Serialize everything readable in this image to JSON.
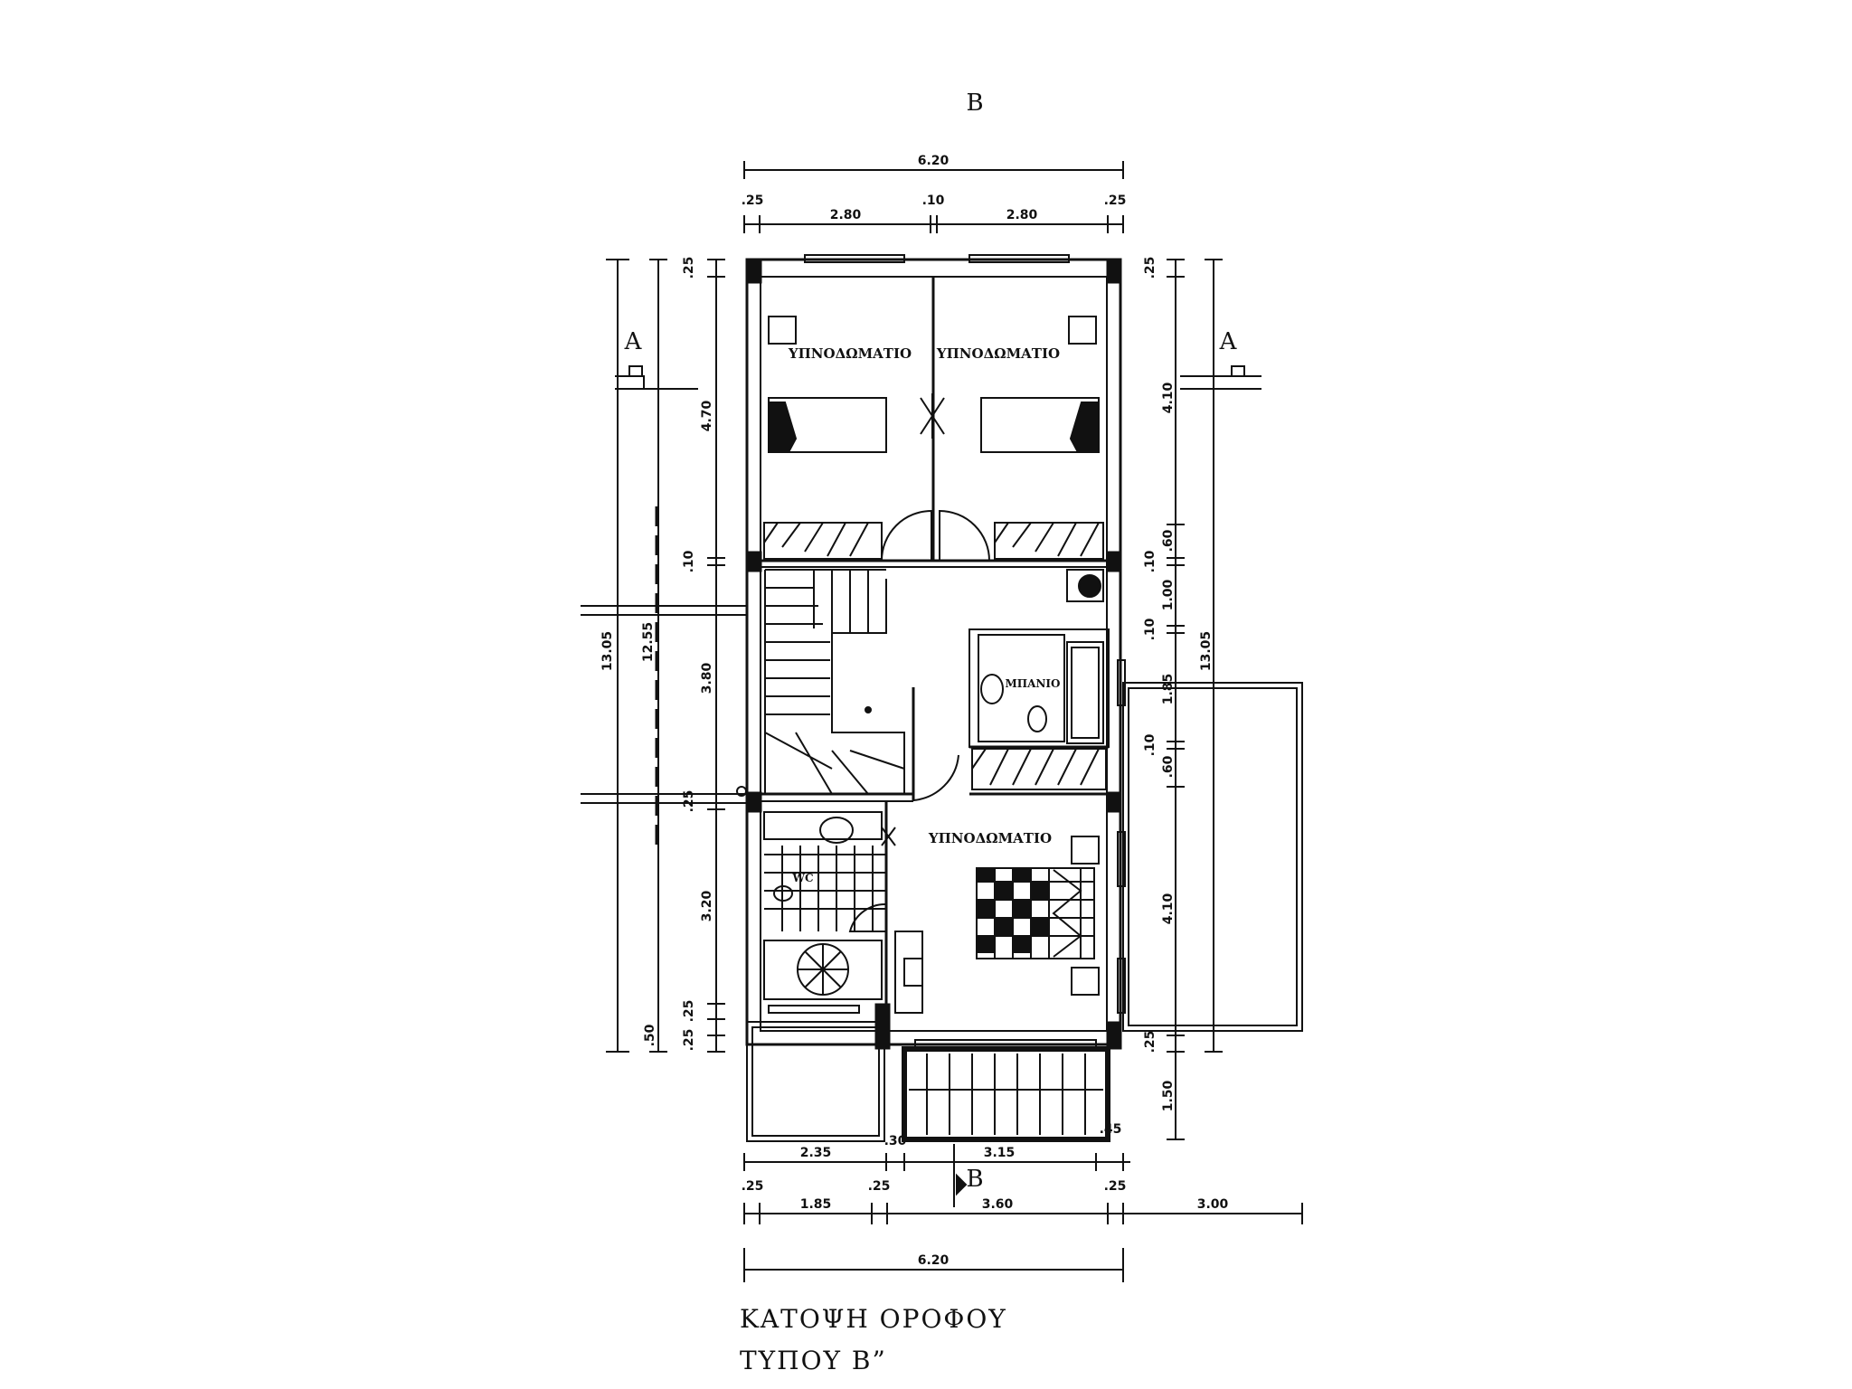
{
  "section_marks": {
    "top": "B",
    "bottom": "B",
    "left": "A",
    "right": "A"
  },
  "rooms": {
    "bedroom_1": "ΥΠΝΟΔΩΜΑΤΙΟ",
    "bedroom_2": "ΥΠΝΟΔΩΜΑΤΙΟ",
    "bedroom_3": "ΥΠΝΟΔΩΜΑΤΙΟ",
    "bathroom": "ΜΠΑΝΙΟ",
    "wc": "WC"
  },
  "dimensions": {
    "top": {
      "total": "6.20",
      "left_wall": ".25",
      "room_left": "2.80",
      "mid_wall": ".10",
      "room_right": "2.80",
      "right_wall": ".25"
    },
    "bottom_row1": {
      "left": "2.35",
      "mid": ".30",
      "right": "3.15",
      "end": ".45"
    },
    "bottom_row2": {
      "wall_a": ".25",
      "seg_a": "1.85",
      "wall_b": ".25",
      "seg_b": "3.60",
      "wall_c": ".25",
      "terrace": "3.00"
    },
    "bottom_total": "6.20",
    "left": {
      "outer": "13.05",
      "inner": "12.55",
      "top_wall": ".25",
      "bedroom": "4.70",
      "wall_1": ".10",
      "stair": "3.80",
      "wall_2": ".25",
      "wc": "3.20",
      "wall_3": ".25",
      "balcony": ".50",
      "wall_4": ".25"
    },
    "right": {
      "outer": "13.05",
      "top_wall": ".25",
      "bedroom": "4.10",
      "v1": ".60",
      "v2": ".10",
      "v3": "1.00",
      "v4": ".10",
      "v5": "1.85",
      "v6": ".10",
      "v7": ".60",
      "bedroom2": "4.10",
      "wall": ".25",
      "balcony": "1.50"
    }
  },
  "caption": {
    "line1": "ΚΑΤΟΨΗ ΟΡΟΦΟΥ",
    "line2": "ΤΥΠΟΥ Β”"
  }
}
